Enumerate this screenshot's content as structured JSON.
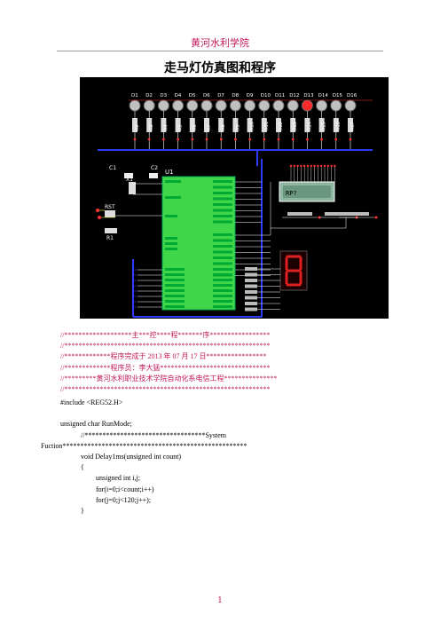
{
  "header": {
    "title": "黄河水利学院"
  },
  "doc_title": "走马灯仿真图和程序",
  "figure": {
    "leds": [
      "D1",
      "D2",
      "D3",
      "D4",
      "D5",
      "D6",
      "D7",
      "D8",
      "D9",
      "D10",
      "D11",
      "D12",
      "D13",
      "D14",
      "D15",
      "D16"
    ],
    "resistors": [
      "R2",
      "R3",
      "R4",
      "R5",
      "R6",
      "R7",
      "R8",
      "R9",
      "R10",
      "R11",
      "R12",
      "R13",
      "R14",
      "R15",
      "R16",
      "R17"
    ],
    "mcu_label": "U1",
    "cap1": "C1",
    "cap2": "C2",
    "crystal": "X1",
    "reset": "RST",
    "res1": "R1",
    "lcd_text": "RP?",
    "colors": {
      "bg": "#000000",
      "wire": "#2e3cff",
      "pcb": "#36c24a",
      "led_red": "#ff2a2a",
      "led_gray": "#c0c0c0",
      "chip": "#3fd64a",
      "seg_red": "#e02020"
    }
  },
  "code": {
    "comment_lines": [
      "//*******************主***控****程*******序*****************",
      "//**********************************************************",
      "//*************程序完成于 2013 年 07 月 17 日*****************",
      "//*************程序员：李大猛*******************************",
      "//*********黄河水利职业技术学院自动化系电信工程***************",
      "//**********************************************************"
    ],
    "include": "#include <REG52.H>",
    "declaration": "unsigned char RunMode;",
    "section_a": "//**********************************System",
    "section_b": "Fuction****************************************************",
    "func_sig": "void Delay1ms(unsigned int count)",
    "open_brace": "{",
    "body": [
      "unsigned int i,j;",
      "for(i=0;i<count;i++)",
      "for(j=0;j<120;j++);"
    ],
    "close_brace": "}"
  },
  "page_number": "1"
}
